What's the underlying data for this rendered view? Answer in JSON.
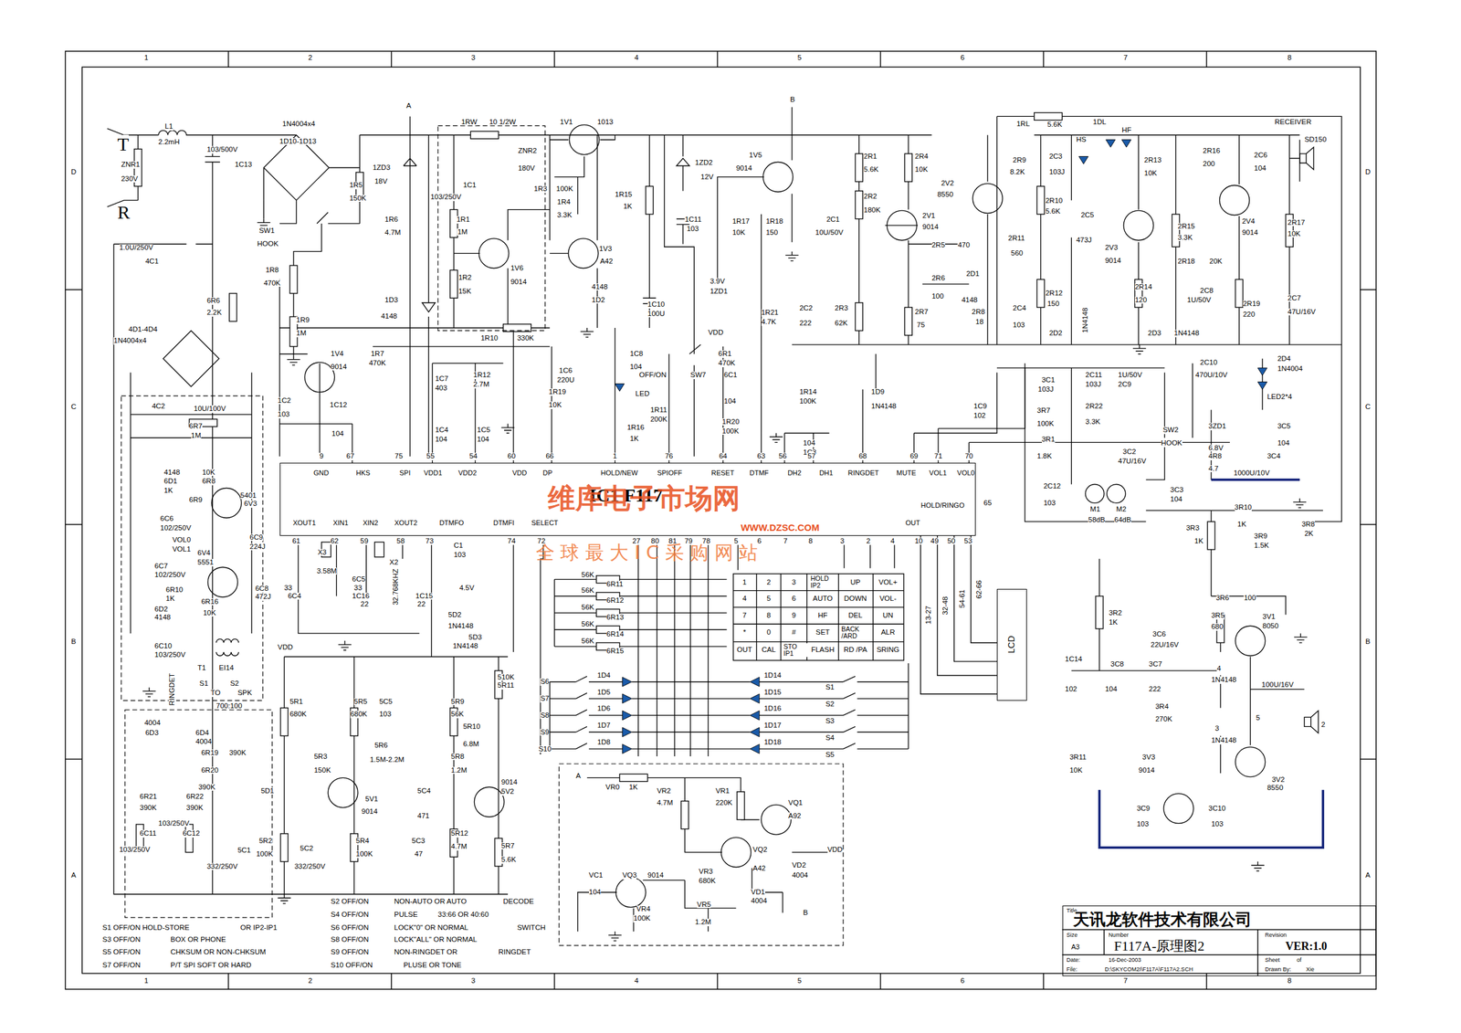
{
  "diagram": {
    "nodes": [
      {
        "text": [
          "IC1 F117",
          "GND",
          "HKS",
          "SPI",
          "VDD1",
          "VDD2",
          "VDD",
          "DP",
          "HOLD/NEW",
          "SPIOFF",
          "RESET",
          "DTMF",
          "DH2",
          "DH1",
          "RINGDET",
          "MUTE",
          "VOL1",
          "VOL0",
          "XOUT1",
          "XIN1",
          "XIN2",
          "XOUT2",
          "DTMFO",
          "DTMFI",
          "SELECT",
          "HOLD/RINGO",
          "OUT"
        ]
      },
      {
        "text": [
          "LCD"
        ]
      },
      {
        "text": [
          "Title",
          "天讯龙软件技术有限公司",
          "Size",
          "A3",
          "Number",
          "F117A-原理图2",
          "Revision",
          "VER:1.0",
          "Date:",
          "16-Dec-2003",
          "Sheet",
          "of",
          "File:",
          "D:\\SKYCOM2I\\F117A\\F117A2.SCH",
          "Drawn By:",
          "Xie"
        ]
      }
    ],
    "edges": [
      {
        "from": 0,
        "to": 1,
        "arrow": "none",
        "label": "62-66"
      },
      {
        "from": 0,
        "to": 1,
        "arrow": "none",
        "label": "54-61"
      },
      {
        "from": 0,
        "to": 1,
        "arrow": "none",
        "label": "32-48"
      },
      {
        "from": 0,
        "to": 1,
        "arrow": "none",
        "label": "13-27"
      }
    ],
    "labels": [
      "1",
      "2",
      "3",
      "4",
      "5",
      "6",
      "7",
      "8",
      "1",
      "2",
      "3",
      "4",
      "5",
      "6",
      "7",
      "8",
      "D",
      "C",
      "B",
      "A",
      "D",
      "C",
      "B",
      "A",
      "T",
      "R",
      "L1",
      "2.2mH",
      "ZNR1",
      "230V",
      "103/500V",
      "1C13",
      "1N4004x4",
      "1D10-1D13",
      "1R5",
      "150K",
      "1ZD3",
      "18V",
      "A",
      "SW1",
      "HOOK",
      "1R6",
      "4.7M",
      "1RW",
      "10 1/2W",
      "1C1",
      "103/250V",
      "ZNR2",
      "180V",
      "1V1",
      "1013",
      "1R3",
      "100K",
      "1R4",
      "3.3K",
      "1R1",
      "1M",
      "1V6",
      "9014",
      "1R2",
      "15K",
      "1V3",
      "A42",
      "1R15",
      "1K",
      "1ZD2",
      "12V",
      "1C11",
      "103",
      "B",
      "1V5",
      "9014",
      "1R17",
      "10K",
      "1R18",
      "150",
      "2C1",
      "10U/50V",
      "2R1",
      "5.6K",
      "2R2",
      "180K",
      "2R4",
      "10K",
      "2V2",
      "8550",
      "2V1",
      "9014",
      "1RL",
      "5.6K",
      "1DL",
      "HS",
      "HF",
      "2C3",
      "103J",
      "2R9",
      "8.2K",
      "2R10",
      "5.6K",
      "2C5",
      "473J",
      "2R11",
      "560",
      "2R5",
      "470",
      "2R6",
      "100",
      "2D1",
      "4148",
      "2R8",
      "18",
      "2R7",
      "75",
      "2C4",
      "103",
      "2R12",
      "150",
      "2D2",
      "1N4148",
      "2V3",
      "9014",
      "2R13",
      "10K",
      "2R16",
      "200",
      "2C6",
      "104",
      "2V4",
      "9014",
      "2R15",
      "3.3K",
      "2R18",
      "20K",
      "2R14",
      "120",
      "2C8",
      "1U/50V",
      "2R19",
      "220",
      "2C7",
      "47U/16V",
      "2R17",
      "10K",
      "RECEIVER",
      "SD150",
      "2D3",
      "1N4148",
      "3.9V",
      "1ZD1",
      "1C10",
      "100U",
      "4148",
      "1D2",
      "1R21",
      "4.7K",
      "2C2",
      "222",
      "2R3",
      "62K",
      "VDD",
      "1R10",
      "330K",
      "1D3",
      "4148",
      "1R8",
      "470K",
      "1R9",
      "1M",
      "1V4",
      "9014",
      "1R7",
      "470K",
      "1C7",
      "403",
      "1R12",
      "2.7M",
      "1C2",
      "103",
      "1C12",
      "104",
      "1C4",
      "104",
      "1C5",
      "104",
      "1R19",
      "10K",
      "1C6",
      "220U",
      "1C8",
      "104",
      "OFF/ON",
      "SW7",
      "LED",
      "1R16",
      "1K",
      "1R11",
      "200K",
      "6R1",
      "470K",
      "6C1",
      "104",
      "1R20",
      "100K",
      "1R14",
      "100K",
      "104",
      "1C3",
      "1D9",
      "1N4148",
      "3C1",
      "103J",
      "2C11",
      "103J",
      "1U/50V",
      "2C9",
      "1C9",
      "102",
      "3R7",
      "100K",
      "2R22",
      "3.3K",
      "3R1",
      "1.8K",
      "3C2",
      "47U/16V",
      "2C12",
      "103",
      "M1",
      "58dB",
      "M2",
      "64dB",
      "3C3",
      "104",
      "SW2",
      "HOOK",
      "2C10",
      "470U/10V",
      "2D4",
      "1N4004",
      "LED2*4",
      "3ZD1",
      "6.8V",
      "4R8",
      "4.7",
      "3C4",
      "1000U/10V",
      "3C5",
      "104",
      "3R10",
      "1K",
      "3R8",
      "2K",
      "3R9",
      "1.5K",
      "3R3",
      "1K",
      "3R2",
      "1K",
      "3R6",
      "100",
      "3R5",
      "680",
      "3V1",
      "8050",
      "3C6",
      "22U/16V",
      "1C14",
      "102",
      "3C8",
      "104",
      "3C7",
      "222",
      "4",
      "1N4148",
      "3R4",
      "270K",
      "100U/16V",
      "5",
      "3",
      "1N4148",
      "3R11",
      "10K",
      "3V3",
      "9014",
      "3V2",
      "8550",
      "3C9",
      "103",
      "3C10",
      "103",
      "2",
      "1.0U/250V",
      "4C1",
      "6R6",
      "2.2K",
      "4D1-4D4",
      "1N4004x4",
      "4C2",
      "10U/100V",
      "6R7",
      "1M",
      "4148",
      "6D1",
      "1K",
      "10K",
      "6R8",
      "6R9",
      "5401",
      "6V3",
      "6C6",
      "102/250V",
      "VOL0",
      "VOL1",
      "6V4",
      "5551",
      "6C9",
      "224J",
      "6C7",
      "102/250V",
      "6R10",
      "1K",
      "6D2",
      "4148",
      "6R16",
      "10K",
      "6C8",
      "472J",
      "33",
      "6C4",
      "6C10",
      "103/250V",
      "VDD",
      "T1",
      "EI14",
      "S1",
      "S2",
      "TO",
      "SPK",
      "RINGDET",
      "700:100",
      "4004",
      "6D3",
      "6D4",
      "4004",
      "6R19",
      "390K",
      "6R20",
      "390K",
      "6R21",
      "390K",
      "6R22",
      "390K",
      "103/250V",
      "6C11",
      "103/250V",
      "6C12",
      "332/250V",
      "5C1",
      "X3",
      "3.58M",
      "6C5",
      "33",
      "1C16",
      "22",
      "X2",
      "32.768KHZ",
      "1C15",
      "22",
      "C1",
      "103",
      "4.5V",
      "5D2",
      "1N4148",
      "5D3",
      "1N4148",
      "5R1",
      "680K",
      "5R5",
      "680K",
      "5C5",
      "103",
      "5R9",
      "56K",
      "510K",
      "5R11",
      "5R10",
      "6.8M",
      "5R8",
      "1.2M",
      "5R3",
      "150K",
      "5R6",
      "1.5M-2.2M",
      "5C4",
      "471",
      "9014",
      "5V2",
      "5V1",
      "9014",
      "5D1",
      "5R2",
      "100K",
      "5C2",
      "332/250V",
      "5R4",
      "100K",
      "5C3",
      "47",
      "5R12",
      "4.7M",
      "5R7",
      "5.6K",
      "56K",
      "6R11",
      "56K",
      "6R12",
      "56K",
      "6R13",
      "56K",
      "6R14",
      "56K",
      "6R15",
      "S6",
      "1D4",
      "S7",
      "1D5",
      "S8",
      "1D6",
      "S9",
      "1D7",
      "S10",
      "1D8",
      "1D14",
      "S1",
      "1D15",
      "S2",
      "1D16",
      "S3",
      "1D17",
      "S4",
      "1D18",
      "S5",
      "1",
      "2",
      "3",
      "HOLD IP2",
      "UP",
      "VOL+",
      "4",
      "5",
      "6",
      "AUTO",
      "DOWN",
      "VOL-",
      "7",
      "8",
      "9",
      "HF",
      "DEL",
      "UN",
      "*",
      "0",
      "#",
      "SET",
      "BACK /ARD",
      "ALR",
      "OUT",
      "CAL",
      "STO IP1",
      "FLASH",
      "RD /PA",
      "SRING",
      "A",
      "VR0",
      "1K",
      "VR2",
      "4.7M",
      "VR1",
      "220K",
      "VQ1",
      "A92",
      "VQ2",
      "A42",
      "VC1",
      "104",
      "VQ3",
      "9014",
      "VR3",
      "680K",
      "VR4",
      "100K",
      "VR5",
      "1.2M",
      "VD1",
      "4004",
      "VD2",
      "4004",
      "VDD",
      "B",
      "S1 OFF/ON HOLD-STORE",
      "OR IP2-IP1",
      "S3 OFF/ON",
      "BOX OR PHONE",
      "S5 OFF/ON",
      "CHKSUM OR NON-CHKSUM",
      "S7 OFF/ON",
      "P/T SPI SOFT OR HARD",
      "S2 OFF/ON",
      "NON-AUTO OR AUTO",
      "DECODE",
      "S4 OFF/ON",
      "PULSE",
      "33:66 OR 40:60",
      "S6 OFF/ON",
      "LOCK\"0\" OR NORMAL",
      "SWITCH",
      "S8 OFF/ON",
      "LOCK\"ALL\" OR NORMAL",
      "S9 OFF/ON",
      "NON-RINGDET OR",
      "RINGDET",
      "S10 OFF/ON",
      "PLUSE OR TONE",
      "9",
      "67",
      "75",
      "55",
      "54",
      "60",
      "66",
      "1",
      "76",
      "64",
      "63",
      "56",
      "57",
      "68",
      "69",
      "71",
      "70",
      "65",
      "61",
      "62",
      "59",
      "58",
      "73",
      "74",
      "72",
      "27",
      "80",
      "81",
      "79",
      "78",
      "5",
      "6",
      "7",
      "8",
      "3",
      "2",
      "4",
      "10",
      "49",
      "50",
      "53",
      "维库电子市场网",
      "WWW.DZSC.COM",
      "全 球 最 大 I C 采 购 网 站"
    ]
  }
}
